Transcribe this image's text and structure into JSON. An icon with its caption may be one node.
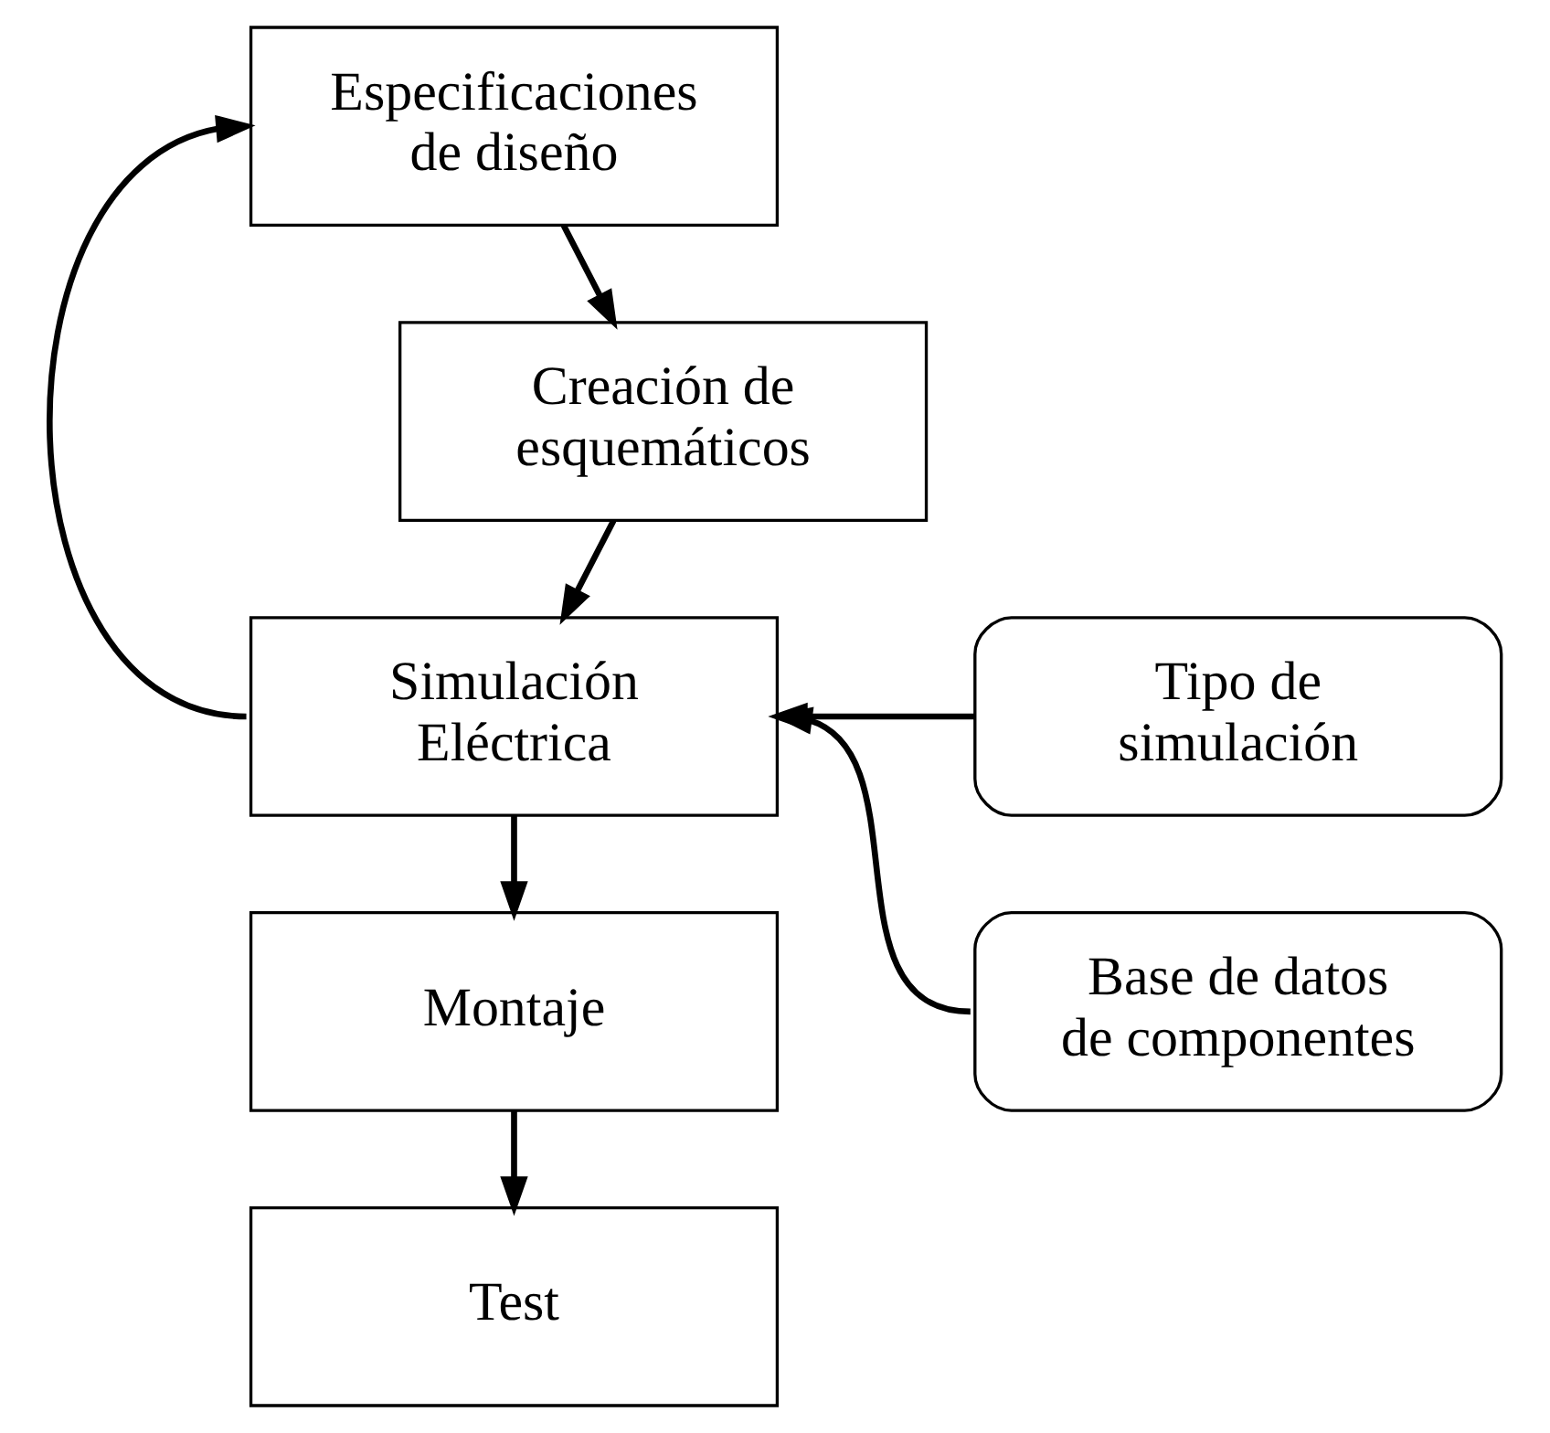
{
  "diagram": {
    "nodes": [
      {
        "text": [
          "Especificaciones de diseño"
        ]
      },
      {
        "text": [
          "Creación de esquemáticos"
        ]
      },
      {
        "text": [
          "Simulación Eléctrica"
        ]
      },
      {
        "text": [
          "Tipo de simulación"
        ]
      },
      {
        "text": [
          "Base de datos de componentes"
        ]
      },
      {
        "text": [
          "Montaje"
        ]
      },
      {
        "text": [
          "Test"
        ]
      }
    ],
    "edges": [
      {
        "from": 0,
        "to": 1,
        "arrow": "to"
      },
      {
        "from": 1,
        "to": 2,
        "arrow": "to"
      },
      {
        "from": 2,
        "to": 0,
        "arrow": "to"
      },
      {
        "from": 3,
        "to": 2,
        "arrow": "to"
      },
      {
        "from": 4,
        "to": 2,
        "arrow": "to"
      },
      {
        "from": 2,
        "to": 5,
        "arrow": "to"
      },
      {
        "from": 5,
        "to": 6,
        "arrow": "to"
      }
    ]
  }
}
